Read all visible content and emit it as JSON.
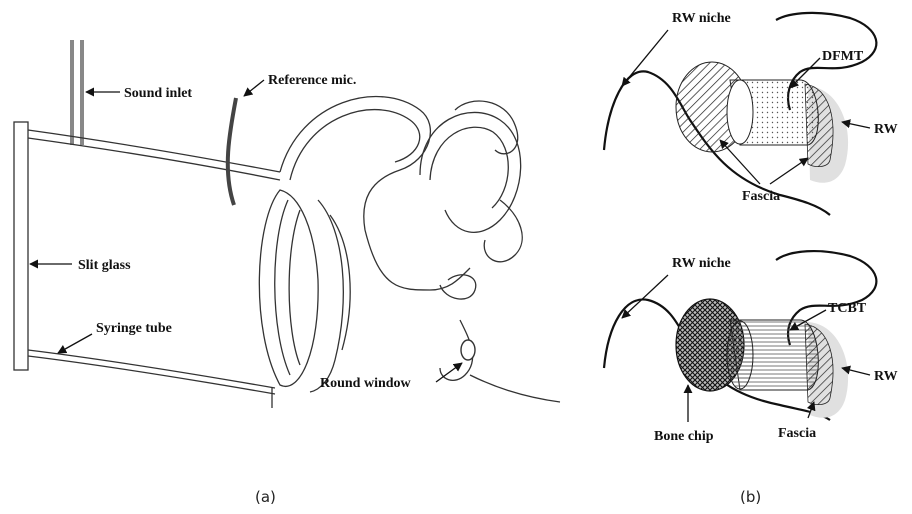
{
  "panel_a": {
    "caption": "(a)",
    "labels": {
      "sound_inlet": "Sound inlet",
      "reference_mic": "Reference mic.",
      "slit_glass": "Slit glass",
      "syringe_tube": "Syringe tube",
      "round_window": "Round window"
    }
  },
  "panel_b": {
    "caption": "(b)",
    "top": {
      "rw_niche": "RW niche",
      "implant": "DFMT",
      "rw": "RW",
      "fascia": "Fascia"
    },
    "bottom": {
      "rw_niche": "RW niche",
      "implant": "TCBT",
      "rw": "RW",
      "bone_chip": "Bone chip",
      "fascia": "Fascia"
    }
  }
}
